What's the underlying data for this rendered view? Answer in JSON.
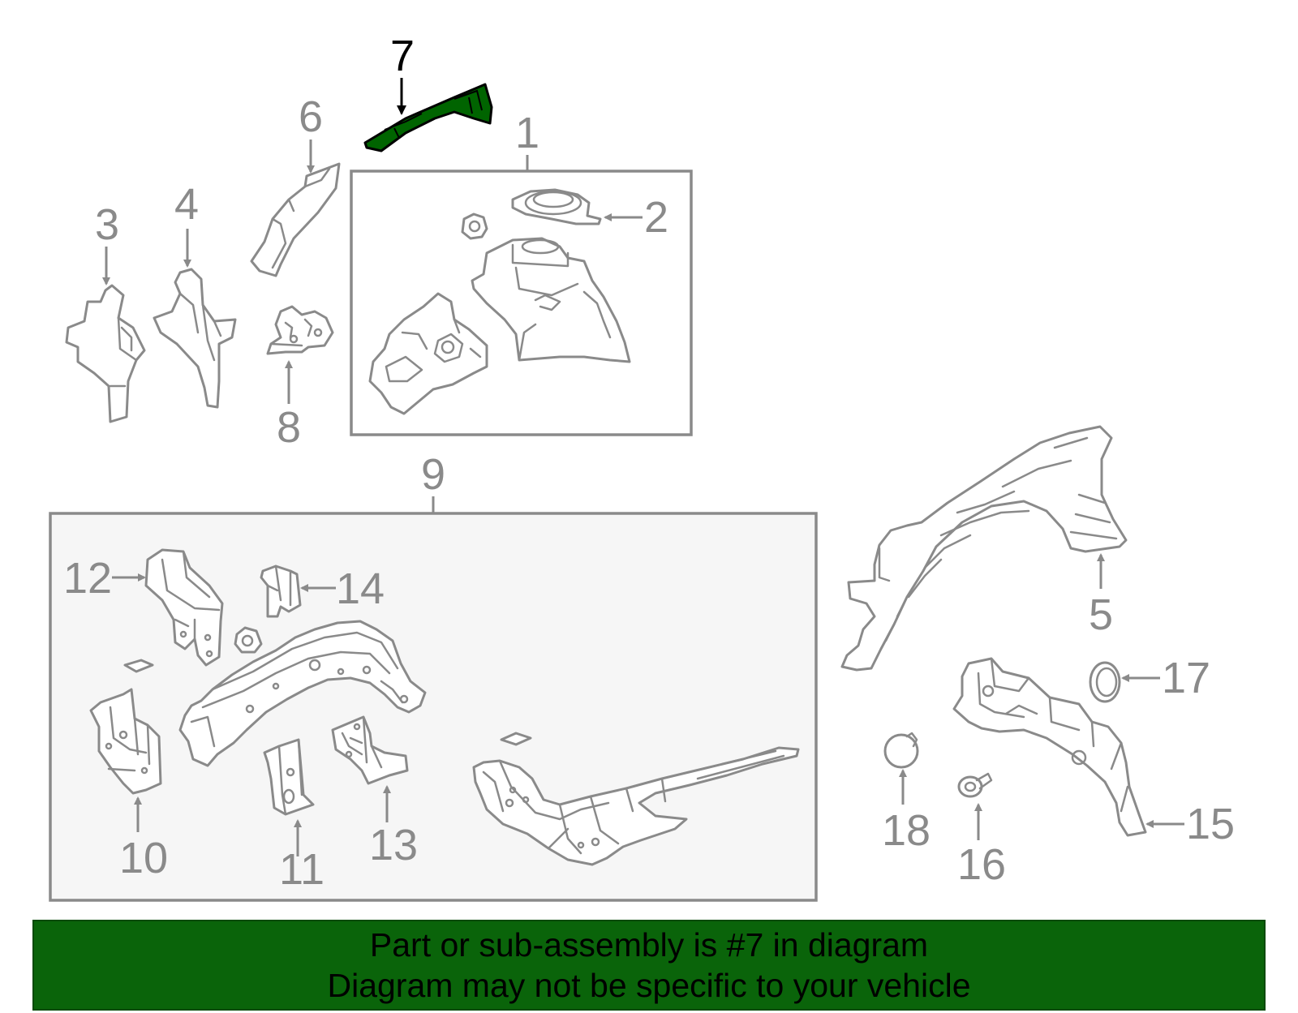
{
  "colors": {
    "highlight": "#006400",
    "banner_background": "#0a640a",
    "part_stroke": "#8a8a8a",
    "box_fill": "#f6f6f6"
  },
  "callouts": {
    "c1": "1",
    "c2": "2",
    "c3": "3",
    "c4": "4",
    "c5": "5",
    "c6": "6",
    "c7": "7",
    "c8": "8",
    "c9": "9",
    "c10": "10",
    "c11": "11",
    "c12": "12",
    "c13": "13",
    "c14": "14",
    "c15": "15",
    "c16": "16",
    "c17": "17",
    "c18": "18"
  },
  "highlighted_part": "7",
  "banner": {
    "line1": "Part or sub-assembly is #7 in diagram",
    "line2": "Diagram may not be specific to your vehicle"
  }
}
